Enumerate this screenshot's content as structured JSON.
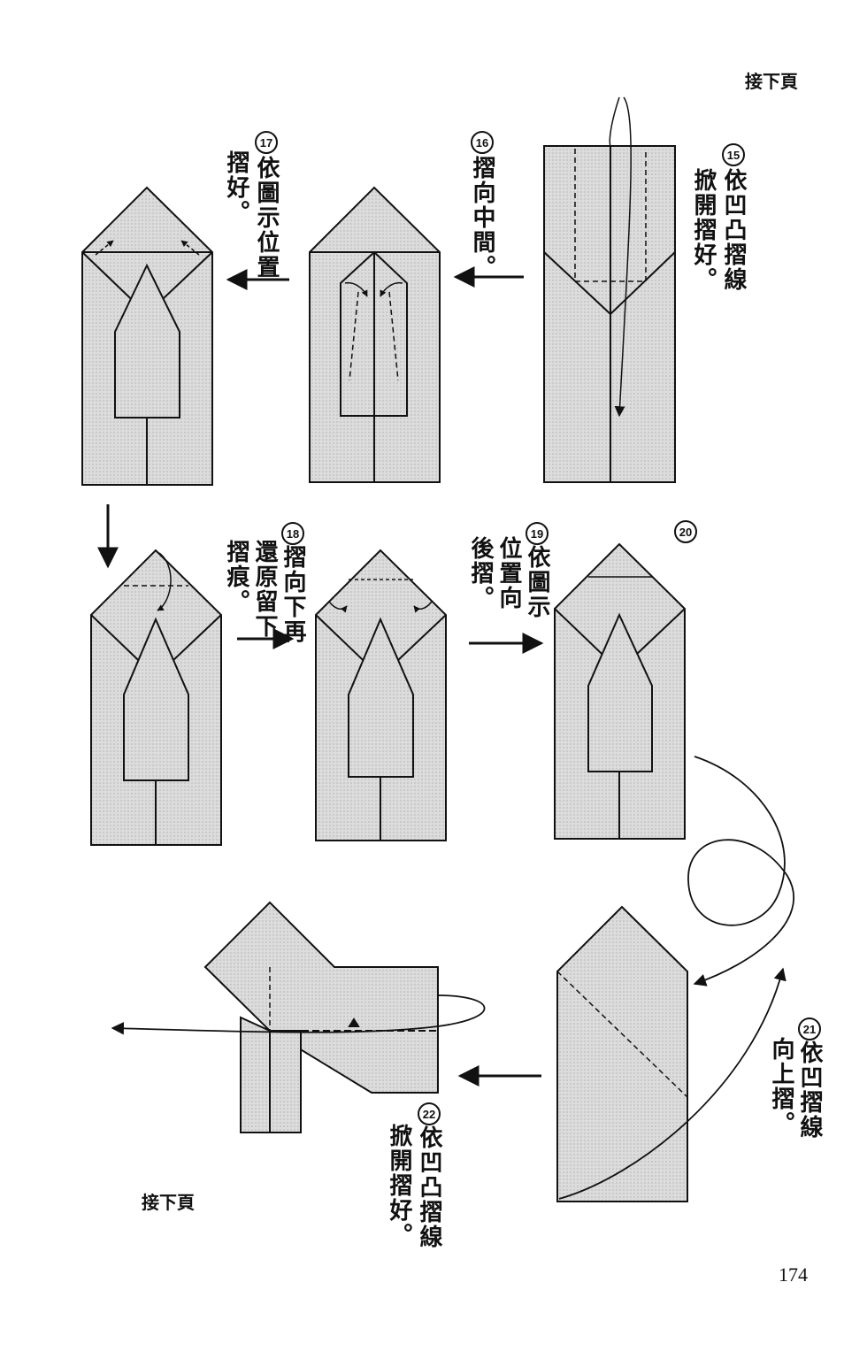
{
  "page": {
    "header_next": "接下頁",
    "footer_next": "接下頁",
    "page_number": "174"
  },
  "steps": [
    {
      "num": "15",
      "line1": "依凹凸摺線",
      "line2": "掀開摺好。"
    },
    {
      "num": "16",
      "line1": "摺向中間。"
    },
    {
      "num": "17",
      "line1": "依圖示位置",
      "line2": "摺好。"
    },
    {
      "num": "18",
      "line1": "摺向下再",
      "line2": "還原留下",
      "line3": "摺痕。"
    },
    {
      "num": "19",
      "line1": "依圖示",
      "line2": "位置向",
      "line3": "後摺。"
    },
    {
      "num": "20"
    },
    {
      "num": "21",
      "line1": "依凹摺線",
      "line2": "向上摺。"
    },
    {
      "num": "22",
      "line1": "依凹凸摺線",
      "line2": "掀開摺好。"
    }
  ],
  "colors": {
    "paper_fill": "#d9d9d9",
    "line": "#111111",
    "background": "#ffffff"
  }
}
